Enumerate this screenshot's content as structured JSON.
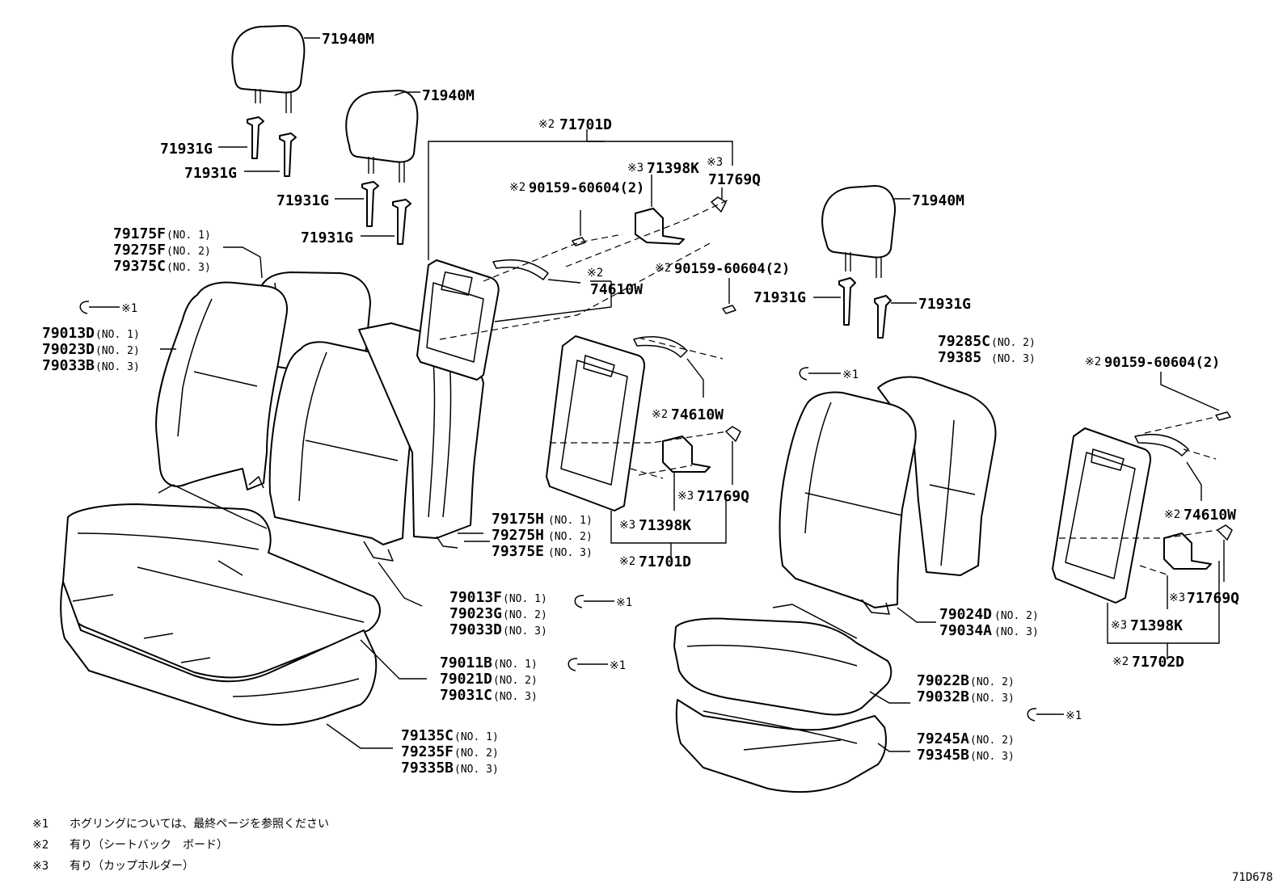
{
  "figure_code": "71D678",
  "callouts": [
    {
      "id": "hr1",
      "part": "71940M"
    },
    {
      "id": "hr2",
      "part": "71940M"
    },
    {
      "id": "hr3",
      "part": "71940M"
    },
    {
      "id": "hg1",
      "part": "71931G"
    },
    {
      "id": "hg2",
      "part": "71931G"
    },
    {
      "id": "hg3",
      "part": "71931G"
    },
    {
      "id": "hg4",
      "part": "71931G"
    },
    {
      "id": "hg5",
      "part": "71931G"
    },
    {
      "id": "hg6",
      "part": "71931G"
    },
    {
      "id": "bd1",
      "mark": "※2",
      "part": "71701D"
    },
    {
      "id": "bd2",
      "mark": "※2",
      "part": "71701D"
    },
    {
      "id": "bd3",
      "mark": "※2",
      "part": "71702D"
    },
    {
      "id": "cp1",
      "mark": "※3",
      "part": "71398K"
    },
    {
      "id": "cp2",
      "mark": "※3",
      "part": "71398K"
    },
    {
      "id": "cp3",
      "mark": "※3",
      "part": "71398K"
    },
    {
      "id": "sc1",
      "mark": "※3",
      "part": "71769Q"
    },
    {
      "id": "sc2",
      "mark": "※3",
      "part": "71769Q"
    },
    {
      "id": "sc3",
      "mark": "※3",
      "part": "71769Q"
    },
    {
      "id": "bt1",
      "mark": "※2",
      "part": "90159-60604(2)"
    },
    {
      "id": "bt2",
      "mark": "※2",
      "part": "90159-60604(2)"
    },
    {
      "id": "bt3",
      "mark": "※2",
      "part": "90159-60604(2)"
    },
    {
      "id": "gr1",
      "mark": "※2",
      "part": "74610W"
    },
    {
      "id": "gr2",
      "mark": "※2",
      "part": "74610W"
    },
    {
      "id": "gr3",
      "mark": "※2",
      "part": "74610W"
    },
    {
      "id": "rg1",
      "mark": "※1"
    },
    {
      "id": "rg2",
      "mark": "※1"
    },
    {
      "id": "rg3",
      "mark": "※1"
    },
    {
      "id": "rg4",
      "mark": "※1"
    },
    {
      "id": "rg5",
      "mark": "※1"
    }
  ],
  "groups": [
    {
      "id": "g1",
      "rows": [
        {
          "part": "79175F",
          "sub": "(NO. 1)"
        },
        {
          "part": "79275F",
          "sub": "(NO. 2)"
        },
        {
          "part": "79375C",
          "sub": "(NO. 3)"
        }
      ]
    },
    {
      "id": "g2",
      "rows": [
        {
          "part": "79013D",
          "sub": "(NO. 1)"
        },
        {
          "part": "79023D",
          "sub": "(NO. 2)"
        },
        {
          "part": "79033B",
          "sub": "(NO. 3)"
        }
      ]
    },
    {
      "id": "g3",
      "rows": [
        {
          "part": "79175H",
          "sub": "(NO. 1)"
        },
        {
          "part": "79275H",
          "sub": "(NO. 2)"
        },
        {
          "part": "79375E",
          "sub": "(NO. 3)"
        }
      ]
    },
    {
      "id": "g4",
      "rows": [
        {
          "part": "79013F",
          "sub": "(NO. 1)"
        },
        {
          "part": "79023G",
          "sub": "(NO. 2)"
        },
        {
          "part": "79033D",
          "sub": "(NO. 3)"
        }
      ]
    },
    {
      "id": "g5",
      "rows": [
        {
          "part": "79011B",
          "sub": "(NO. 1)"
        },
        {
          "part": "79021D",
          "sub": "(NO. 2)"
        },
        {
          "part": "79031C",
          "sub": "(NO. 3)"
        }
      ]
    },
    {
      "id": "g6",
      "rows": [
        {
          "part": "79135C",
          "sub": "(NO. 1)"
        },
        {
          "part": "79235F",
          "sub": "(NO. 2)"
        },
        {
          "part": "79335B",
          "sub": "(NO. 3)"
        }
      ]
    },
    {
      "id": "g7",
      "rows": [
        {
          "part": "79285C",
          "sub": "(NO. 2)"
        },
        {
          "part": "79385",
          "sub": "(NO. 3)"
        }
      ]
    },
    {
      "id": "g8",
      "rows": [
        {
          "part": "79024D",
          "sub": "(NO. 2)"
        },
        {
          "part": "79034A",
          "sub": "(NO. 3)"
        }
      ]
    },
    {
      "id": "g9",
      "rows": [
        {
          "part": "79022B",
          "sub": "(NO. 2)"
        },
        {
          "part": "79032B",
          "sub": "(NO. 3)"
        }
      ]
    },
    {
      "id": "g10",
      "rows": [
        {
          "part": "79245A",
          "sub": "(NO. 2)"
        },
        {
          "part": "79345B",
          "sub": "(NO. 3)"
        }
      ]
    }
  ],
  "notes": [
    {
      "mark": "※1",
      "text": "ホグリングについては、最終ページを参照ください"
    },
    {
      "mark": "※2",
      "text": "有り（シートバック　ボード）"
    },
    {
      "mark": "※3",
      "text": "有り（カップホルダー）"
    }
  ]
}
